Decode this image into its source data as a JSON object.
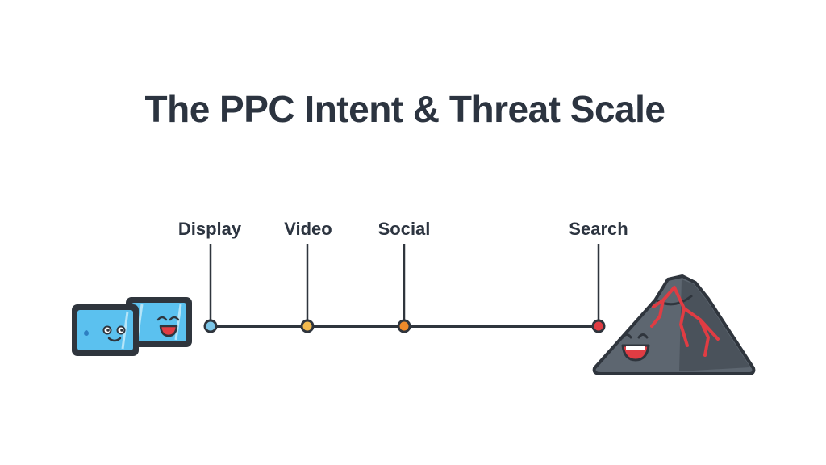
{
  "title": "The PPC Intent & Threat Scale",
  "stops": [
    {
      "label": "Display",
      "color": "#7cc6e8"
    },
    {
      "label": "Video",
      "color": "#f2b94e"
    },
    {
      "label": "Social",
      "color": "#ee8a2a"
    },
    {
      "label": "Search",
      "color": "#e03c43"
    }
  ],
  "left_icon": "happy-glass-blocks-icon",
  "right_icon": "happy-volcano-icon",
  "colors": {
    "text": "#2c3440",
    "line": "#2f353d",
    "ice": "#5bc1ef",
    "volcano": "#5d6670",
    "lava": "#e03c43"
  }
}
